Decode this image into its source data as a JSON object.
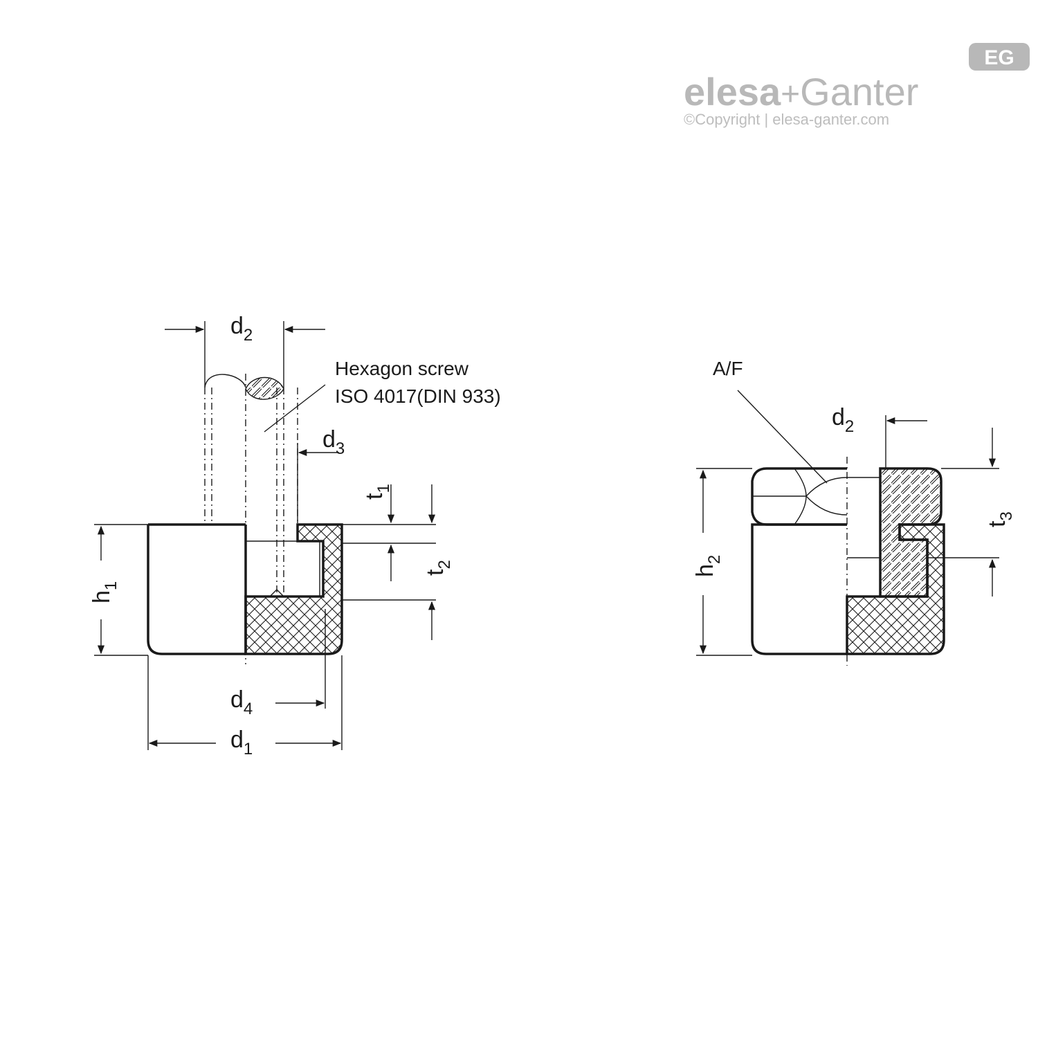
{
  "brand": {
    "logo_name": "elesa",
    "logo_plus": "+",
    "logo_second": "Ganter",
    "copyright": "©Copyright | elesa-ganter.com",
    "badge": "EG",
    "color": "#b8b8b8"
  },
  "left_view": {
    "dimensions": {
      "d2": {
        "base": "d",
        "sub": "2"
      },
      "d3": {
        "base": "d",
        "sub": "3"
      },
      "d4": {
        "base": "d",
        "sub": "4"
      },
      "d1": {
        "base": "d",
        "sub": "1"
      },
      "t1": {
        "base": "t",
        "sub": "1"
      },
      "t2": {
        "base": "t",
        "sub": "2"
      },
      "h1": {
        "base": "h",
        "sub": "1"
      }
    },
    "callout": {
      "line1": "Hexagon screw",
      "line2": "ISO 4017(DIN 933)"
    }
  },
  "right_view": {
    "af_label": "A/F",
    "dimensions": {
      "d2": {
        "base": "d",
        "sub": "2"
      },
      "t3": {
        "base": "t",
        "sub": "3"
      },
      "h2": {
        "base": "h",
        "sub": "2"
      }
    }
  }
}
